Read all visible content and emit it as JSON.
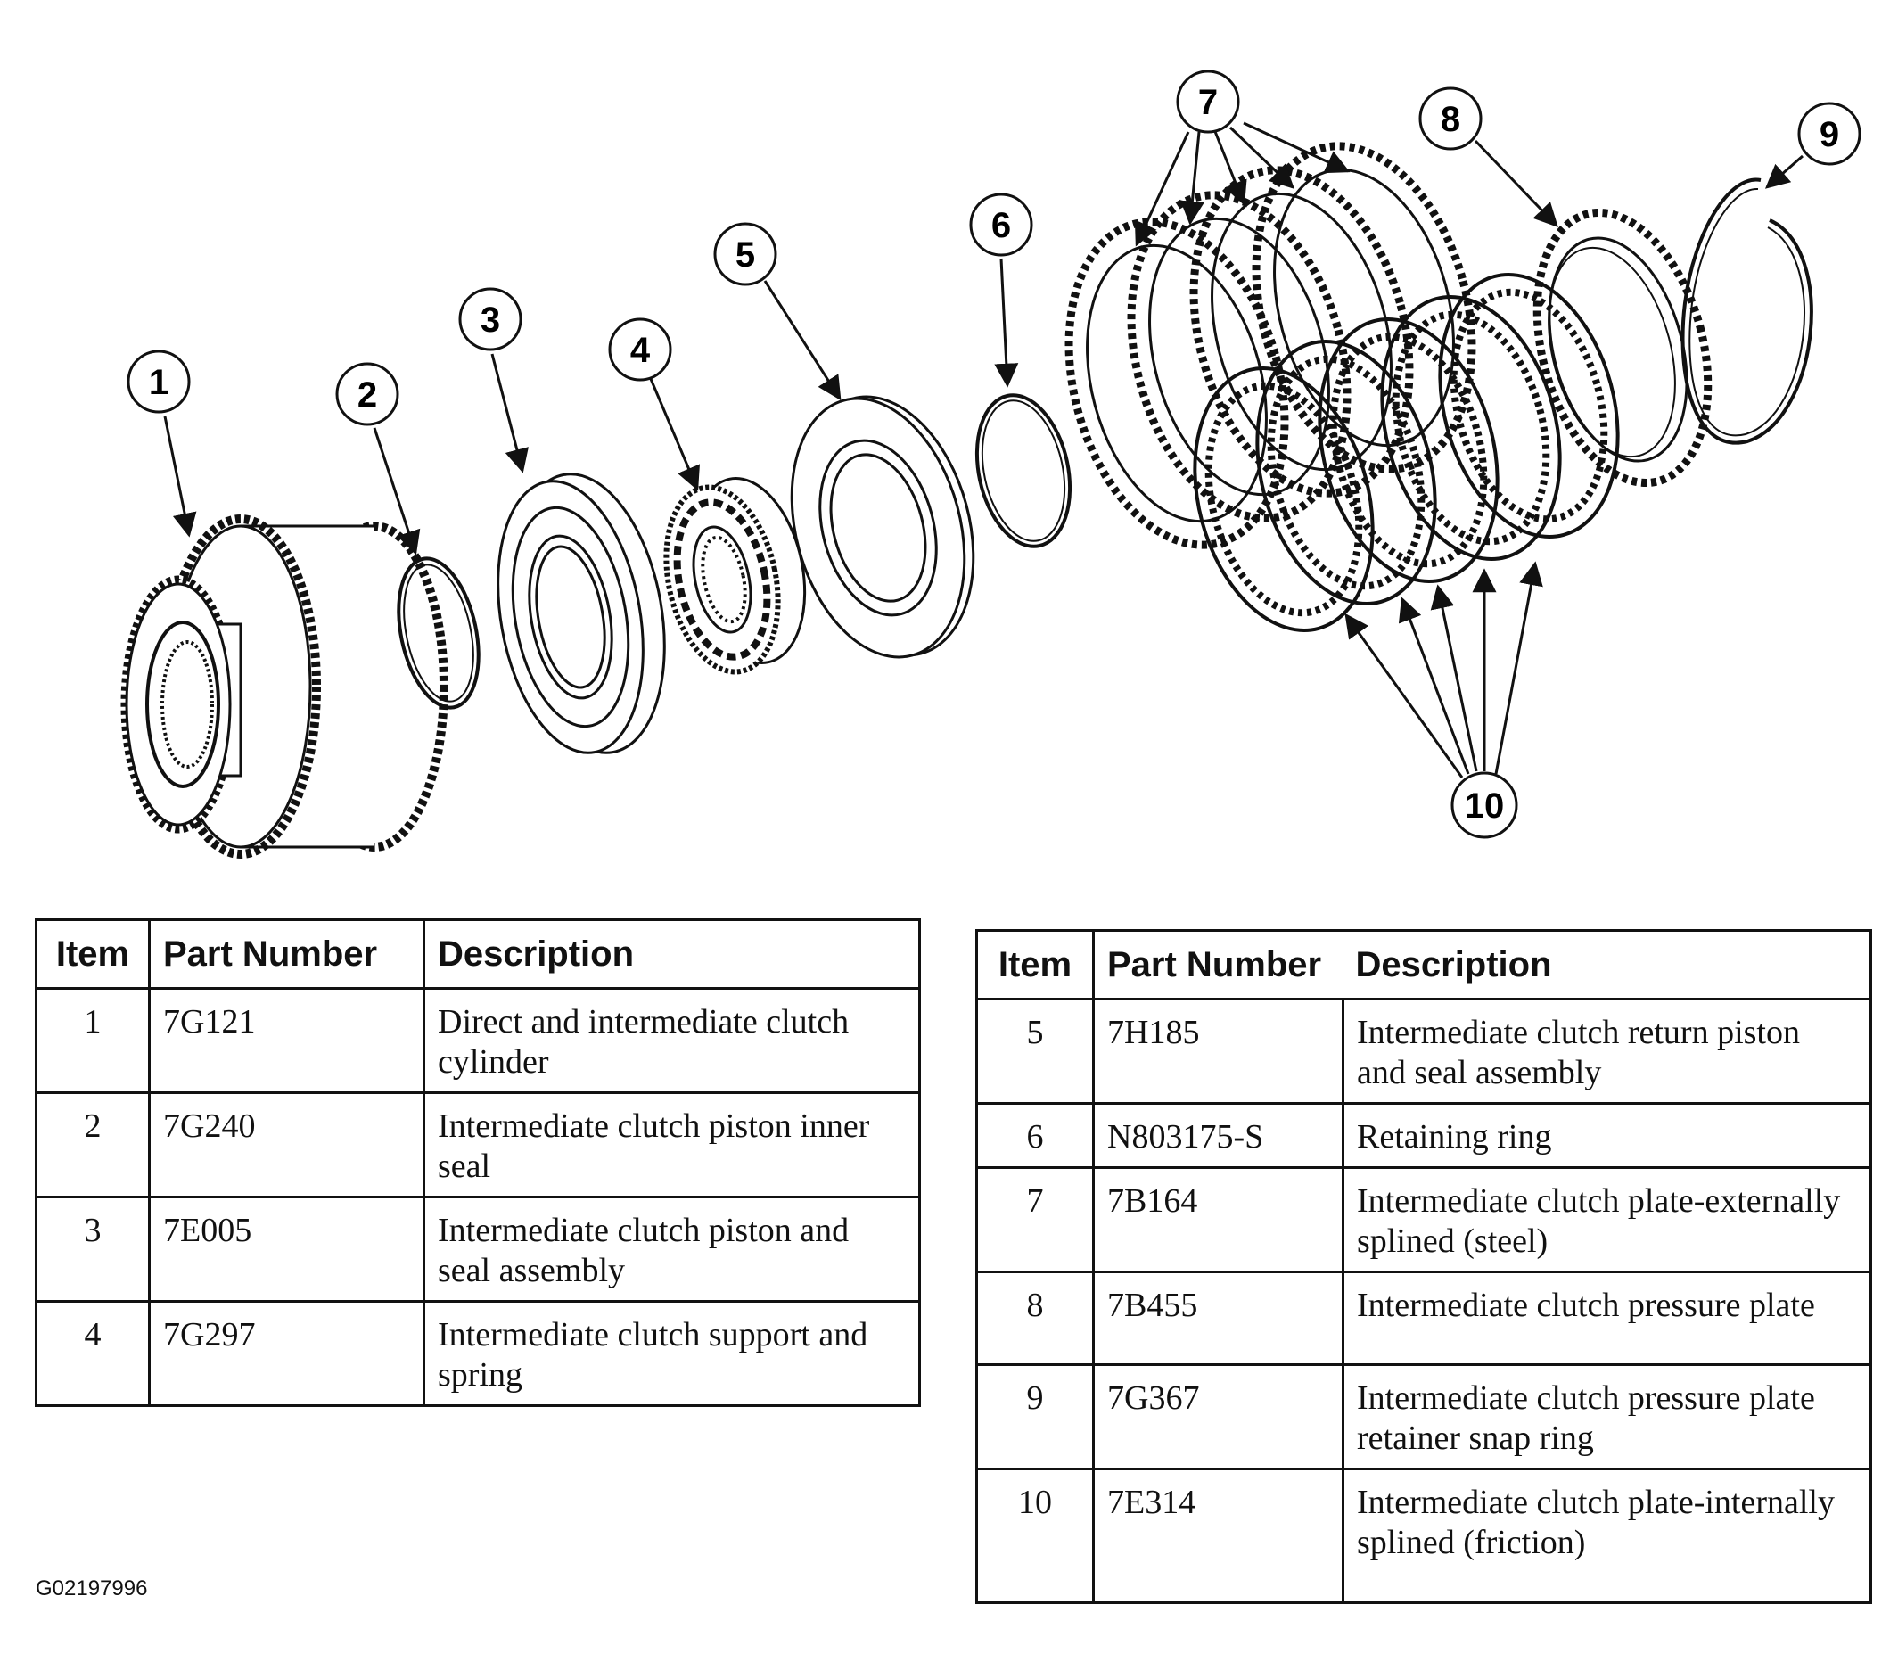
{
  "callouts": [
    "1",
    "2",
    "3",
    "4",
    "5",
    "6",
    "7",
    "8",
    "9",
    "10"
  ],
  "table_headers": {
    "item": "Item",
    "part_number": "Part Number",
    "description": "Description"
  },
  "left_table": [
    {
      "item": "1",
      "part": "7G121",
      "desc": "Direct and intermediate clutch cylinder"
    },
    {
      "item": "2",
      "part": "7G240",
      "desc": "Intermediate clutch piston inner seal"
    },
    {
      "item": "3",
      "part": "7E005",
      "desc": "Intermediate clutch piston and seal assembly"
    },
    {
      "item": "4",
      "part": "7G297",
      "desc": "Intermediate clutch support and spring"
    }
  ],
  "right_table": [
    {
      "item": "5",
      "part": "7H185",
      "desc": "Intermediate clutch return piston and seal assembly"
    },
    {
      "item": "6",
      "part": "N803175-S",
      "desc": "Retaining ring"
    },
    {
      "item": "7",
      "part": "7B164",
      "desc": "Intermediate clutch plate-externally splined (steel)"
    },
    {
      "item": "8",
      "part": "7B455",
      "desc": "Intermediate clutch pressure plate"
    },
    {
      "item": "9",
      "part": "7G367",
      "desc": "Intermediate clutch pressure plate retainer snap ring"
    },
    {
      "item": "10",
      "part": "7E314",
      "desc": "Intermediate clutch plate-internally splined (friction)"
    }
  ],
  "figure_id": "G02197996"
}
